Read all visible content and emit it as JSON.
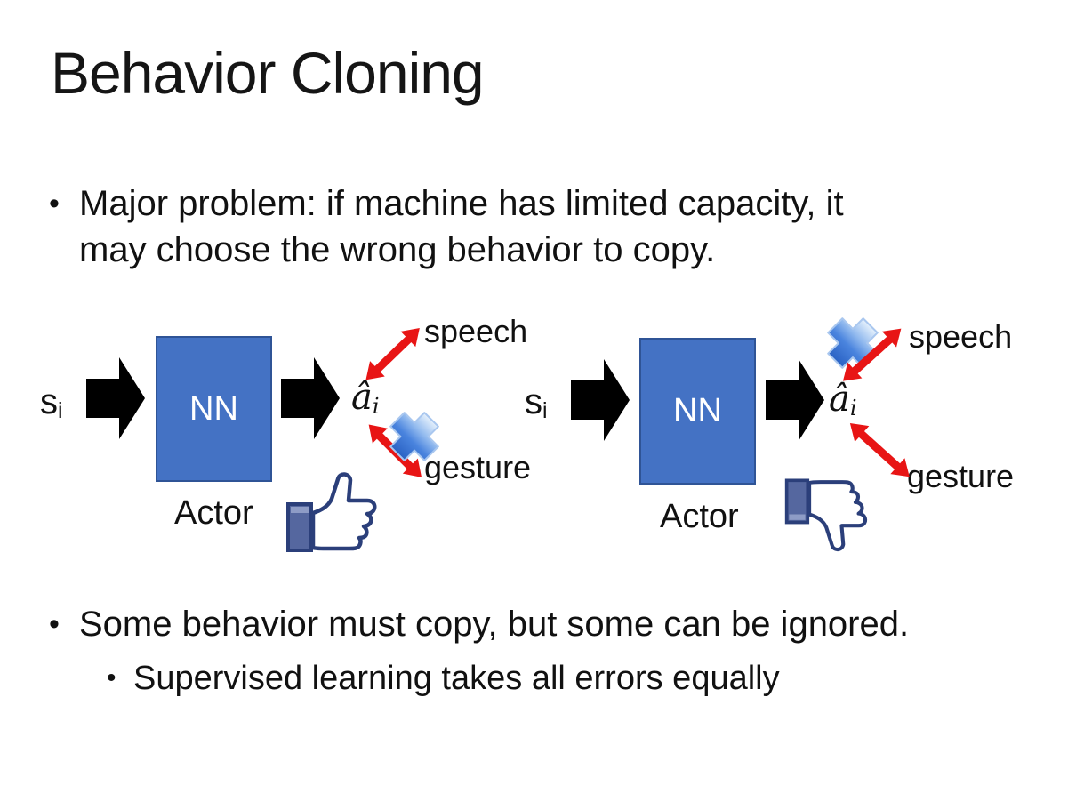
{
  "title": "Behavior Cloning",
  "bullet_char": "•",
  "bullets": {
    "major_problem_line1": "Major problem: if machine has limited capacity, it",
    "major_problem_line2": "may choose the wrong behavior to copy.",
    "some_behavior": "Some behavior must copy, but some can be ignored.",
    "supervised": "Supervised learning takes all errors equally"
  },
  "diagram_left": {
    "input": "s",
    "input_sub": "i",
    "nn": "NN",
    "output": "â",
    "output_sub": "i",
    "speech": "speech",
    "gesture": "gesture",
    "actor": "Actor",
    "crossed_out": "gesture",
    "feedback_icon": "thumbs-up-icon"
  },
  "diagram_right": {
    "input": "s",
    "input_sub": "i",
    "nn": "NN",
    "output": "â",
    "output_sub": "i",
    "speech": "speech",
    "gesture": "gesture",
    "actor": "Actor",
    "crossed_out": "speech",
    "feedback_icon": "thumbs-down-icon"
  },
  "colors": {
    "nn_fill": "#4472C4",
    "nn_border": "#2F5496",
    "arrow_black": "#000000",
    "arrow_red": "#E81515",
    "cross_blue": "#2A62C4",
    "thumb_outline": "#2B3F7A",
    "thumb_cuff": "#55679F",
    "text": "#111111",
    "bg": "#FFFFFF"
  }
}
